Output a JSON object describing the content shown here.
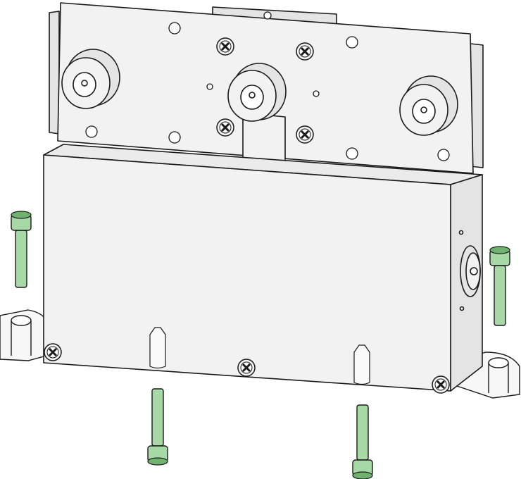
{
  "drawing": {
    "kind": "exploded-assembly",
    "colors": {
      "background": "#ffffff",
      "part_fill": "#f2f2f2",
      "part_fill_dark": "#e4e4e4",
      "outline": "#1a1a1a",
      "screw_green": "#a6d9a6",
      "screw_green_dark": "#6fb36f",
      "transparent_part": "#f7f7f7"
    },
    "wheels": 3,
    "mounting_screws": 4,
    "cross_screws": 7
  }
}
